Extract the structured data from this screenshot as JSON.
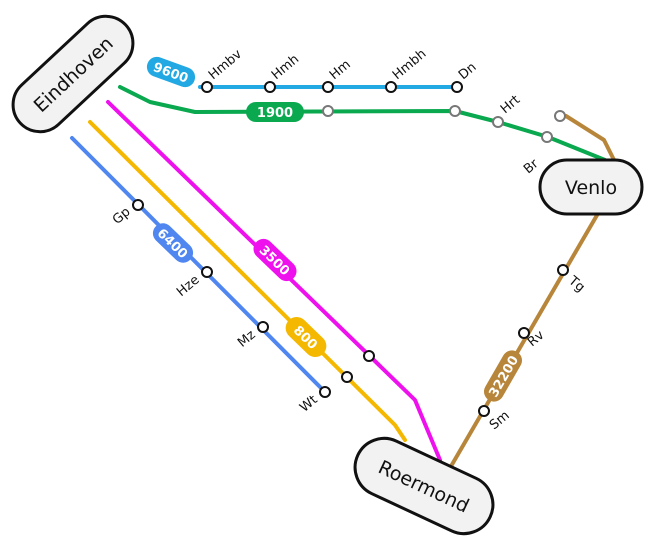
{
  "cities": [
    {
      "id": "eindhoven",
      "name": "Eindhoven"
    },
    {
      "id": "venlo",
      "name": "Venlo"
    },
    {
      "id": "roermond",
      "name": "Roermond"
    }
  ],
  "lines": [
    {
      "id": "9600",
      "label": "9600",
      "color": "#22a8e2"
    },
    {
      "id": "1900",
      "label": "1900",
      "color": "#0aa84f"
    },
    {
      "id": "3500",
      "label": "3500",
      "color": "#ee11ee"
    },
    {
      "id": "800",
      "label": "800",
      "color": "#f5b800"
    },
    {
      "id": "6400",
      "label": "6400",
      "color": "#4f86f0"
    },
    {
      "id": "32200",
      "label": "32200",
      "color": "#b8863a"
    }
  ],
  "stops": [
    {
      "id": "hmbv",
      "name": "Hmbv"
    },
    {
      "id": "hmh",
      "name": "Hmh"
    },
    {
      "id": "hm",
      "name": "Hm"
    },
    {
      "id": "hmbh",
      "name": "Hmbh"
    },
    {
      "id": "dn",
      "name": "Dn"
    },
    {
      "id": "hrt",
      "name": "Hrt"
    },
    {
      "id": "br",
      "name": "Br"
    },
    {
      "id": "gp",
      "name": "Gp"
    },
    {
      "id": "hze",
      "name": "Hze"
    },
    {
      "id": "mz",
      "name": "Mz"
    },
    {
      "id": "wt",
      "name": "Wt"
    },
    {
      "id": "tg",
      "name": "Tg"
    },
    {
      "id": "rv",
      "name": "Rv"
    },
    {
      "id": "sm",
      "name": "Sm"
    }
  ]
}
